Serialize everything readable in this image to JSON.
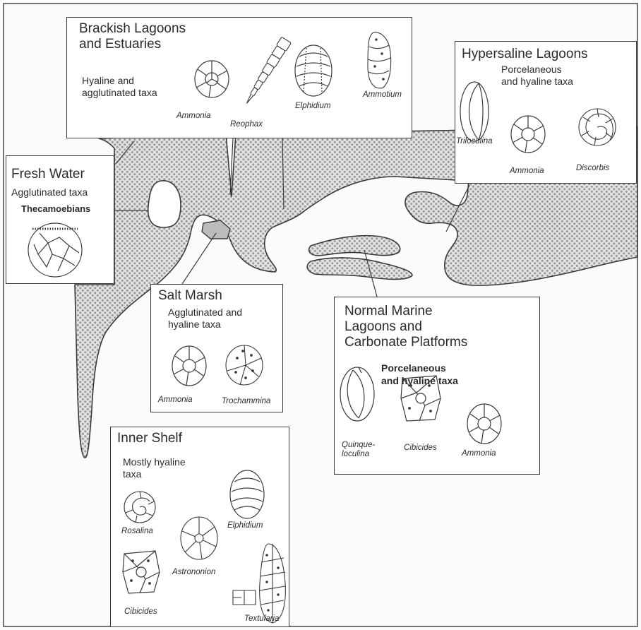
{
  "colors": {
    "water_pattern_dot": "#9a9a9a",
    "water_pattern_bg": "#e4e4e4",
    "outline": "#3a3a3a",
    "box_fill": "#ffffff",
    "page_bg": "#fbfbfb"
  },
  "environments": {
    "brackish": {
      "title": "Brackish Lagoons\nand Estuaries",
      "subtitle": "Hyaline and\nagglutinated taxa",
      "taxa": [
        "Ammonia",
        "Reophax",
        "Elphidium",
        "Ammotium"
      ]
    },
    "hypersaline": {
      "title": "Hypersaline Lagoons",
      "subtitle": "Porcelaneous\nand hyaline taxa",
      "taxa": [
        "Triloculina",
        "Ammonia",
        "Discorbis"
      ]
    },
    "freshwater": {
      "title": "Fresh Water",
      "subtitle": "Agglutinated taxa",
      "group": "Thecamoebians"
    },
    "saltmarsh": {
      "title": "Salt Marsh",
      "subtitle": "Agglutinated and\nhyaline taxa",
      "taxa": [
        "Ammonia",
        "Trochammina"
      ]
    },
    "normalmarine": {
      "title": "Normal Marine\nLagoons and\nCarbonate Platforms",
      "subtitle": "Porcelaneous\nand hyaline taxa",
      "taxa": [
        "Quinque-\nloculina",
        "Cibicides",
        "Ammonia"
      ]
    },
    "innershelf": {
      "title": "Inner Shelf",
      "subtitle": "Mostly hyaline\ntaxa",
      "taxa": [
        "Rosalina",
        "Elphidium",
        "Astrononion",
        "Cibicides",
        "Textularia"
      ]
    }
  }
}
